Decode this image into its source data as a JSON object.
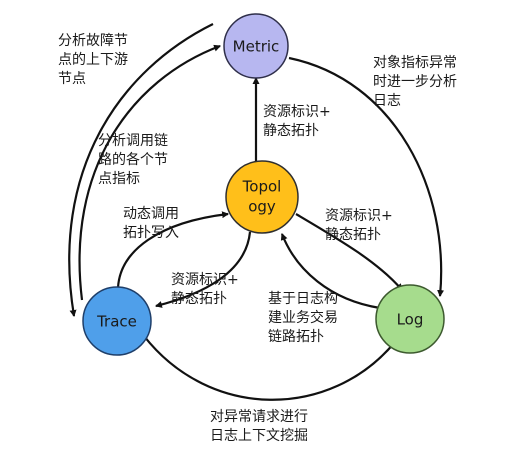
{
  "nodes": {
    "metric": {
      "label": "Metric",
      "fill": "#b7b7f0"
    },
    "topology": {
      "label_line1": "Topol",
      "label_line2": "ogy",
      "fill": "#ffbf1a"
    },
    "trace": {
      "label": "Trace",
      "fill": "#4f9fea"
    },
    "log": {
      "label": "Log",
      "fill": "#a6dc8d"
    }
  },
  "edges": {
    "fault_analysis": [
      "分析故障节",
      "点的上下游",
      "节点"
    ],
    "call_chain": [
      "分析调用链",
      "路的各个节",
      "点指标"
    ],
    "metric_to_log": [
      "对象指标异常",
      "时进一步分析",
      "日志"
    ],
    "topo_to_metric": [
      "资源标识+",
      "静态拓扑"
    ],
    "topo_to_log": [
      "资源标识+",
      "静态拓扑"
    ],
    "topo_to_trace": [
      "资源标识+",
      "静态拓扑"
    ],
    "trace_to_topo": [
      "动态调用",
      "拓扑写入"
    ],
    "log_to_topo": [
      "基于日志构",
      "建业务交易",
      "链路拓扑"
    ],
    "trace_log": [
      "对异常请求进行",
      "日志上下文挖掘"
    ]
  },
  "colors": {
    "stroke": "#111111",
    "text": "#1a1a1a"
  }
}
